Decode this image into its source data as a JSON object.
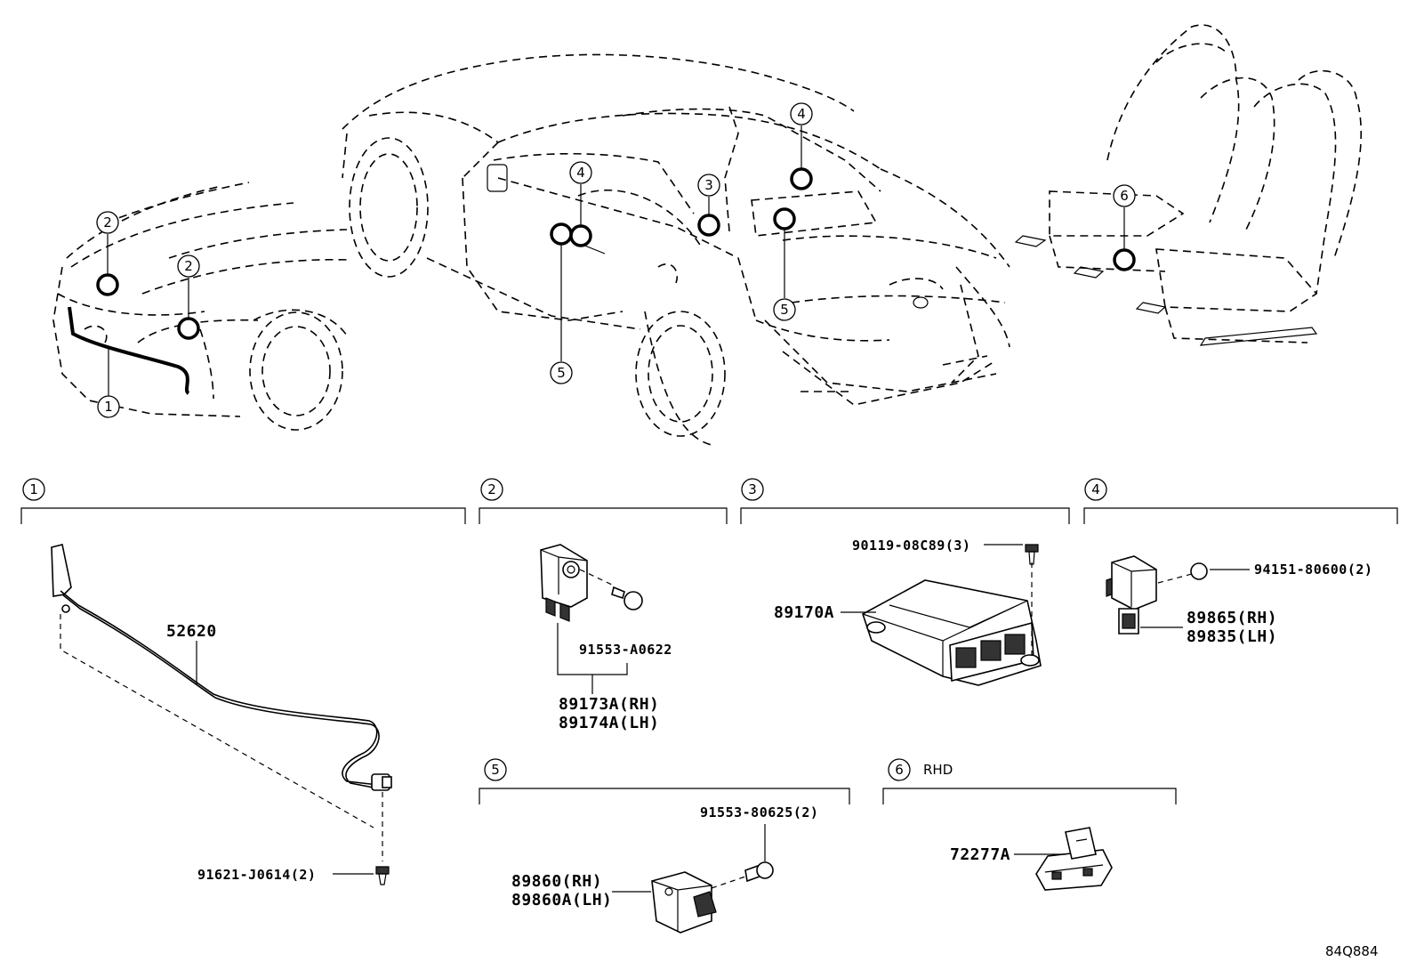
{
  "diagram_code": "84Q884",
  "overview": {
    "callouts": [
      "1",
      "2",
      "2",
      "4",
      "4",
      "3",
      "5",
      "5",
      "6"
    ]
  },
  "sections": [
    {
      "number": "1",
      "note": "",
      "parts": [
        {
          "label": "52620"
        },
        {
          "label": "91621-J0614(2)"
        }
      ]
    },
    {
      "number": "2",
      "note": "",
      "parts": [
        {
          "label": "91553-A0622"
        },
        {
          "label": "89173A(RH)"
        },
        {
          "label": "89174A(LH)"
        }
      ]
    },
    {
      "number": "3",
      "note": "",
      "parts": [
        {
          "label": "90119-08C89(3)"
        },
        {
          "label": "89170A"
        }
      ]
    },
    {
      "number": "4",
      "note": "",
      "parts": [
        {
          "label": "94151-80600(2)"
        },
        {
          "label": "89865(RH)"
        },
        {
          "label": "89835(LH)"
        }
      ]
    },
    {
      "number": "5",
      "note": "",
      "parts": [
        {
          "label": "91553-80625(2)"
        },
        {
          "label": "89860(RH)"
        },
        {
          "label": "89860A(LH)"
        }
      ]
    },
    {
      "number": "6",
      "note": "RHD",
      "parts": [
        {
          "label": "72277A"
        }
      ]
    }
  ]
}
